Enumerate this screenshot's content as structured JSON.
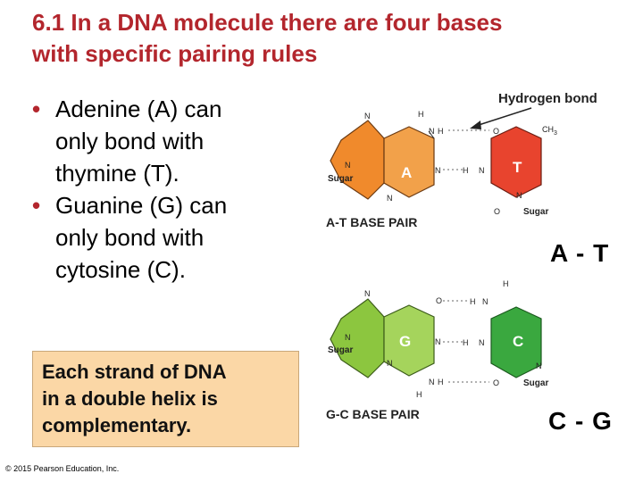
{
  "slide": {
    "title_line1": "6.1 In a DNA molecule there are four bases",
    "title_line2": "with specific pairing rules",
    "bullets": [
      [
        "Adenine (A) can",
        "only bond with",
        "thymine (T)."
      ],
      [
        "Guanine (G) can",
        "only bond with",
        "cytosine (C)."
      ]
    ],
    "callout": [
      "Each strand of DNA",
      "in a double helix is",
      "complementary."
    ],
    "copyright": "© 2015 Pearson Education, Inc.",
    "pair_at": "A - T",
    "pair_gc": "C - G"
  },
  "diagram": {
    "hydrogen_bond_label": "Hydrogen bond",
    "at_caption": "A-T BASE PAIR",
    "gc_caption": "G-C BASE PAIR",
    "base_a": "A",
    "base_t": "T",
    "base_g": "G",
    "base_c": "C",
    "sugar": "Sugar",
    "ch3": "CH",
    "ch3_sub": "3",
    "n": "N",
    "o": "O",
    "h": "H",
    "colors": {
      "title": "#b3262d",
      "adenine": "#f08a2c",
      "thymine": "#e8442e",
      "guanine": "#8cc63f",
      "cytosine": "#3aa83f",
      "callout_bg": "#fbd7a6"
    }
  }
}
